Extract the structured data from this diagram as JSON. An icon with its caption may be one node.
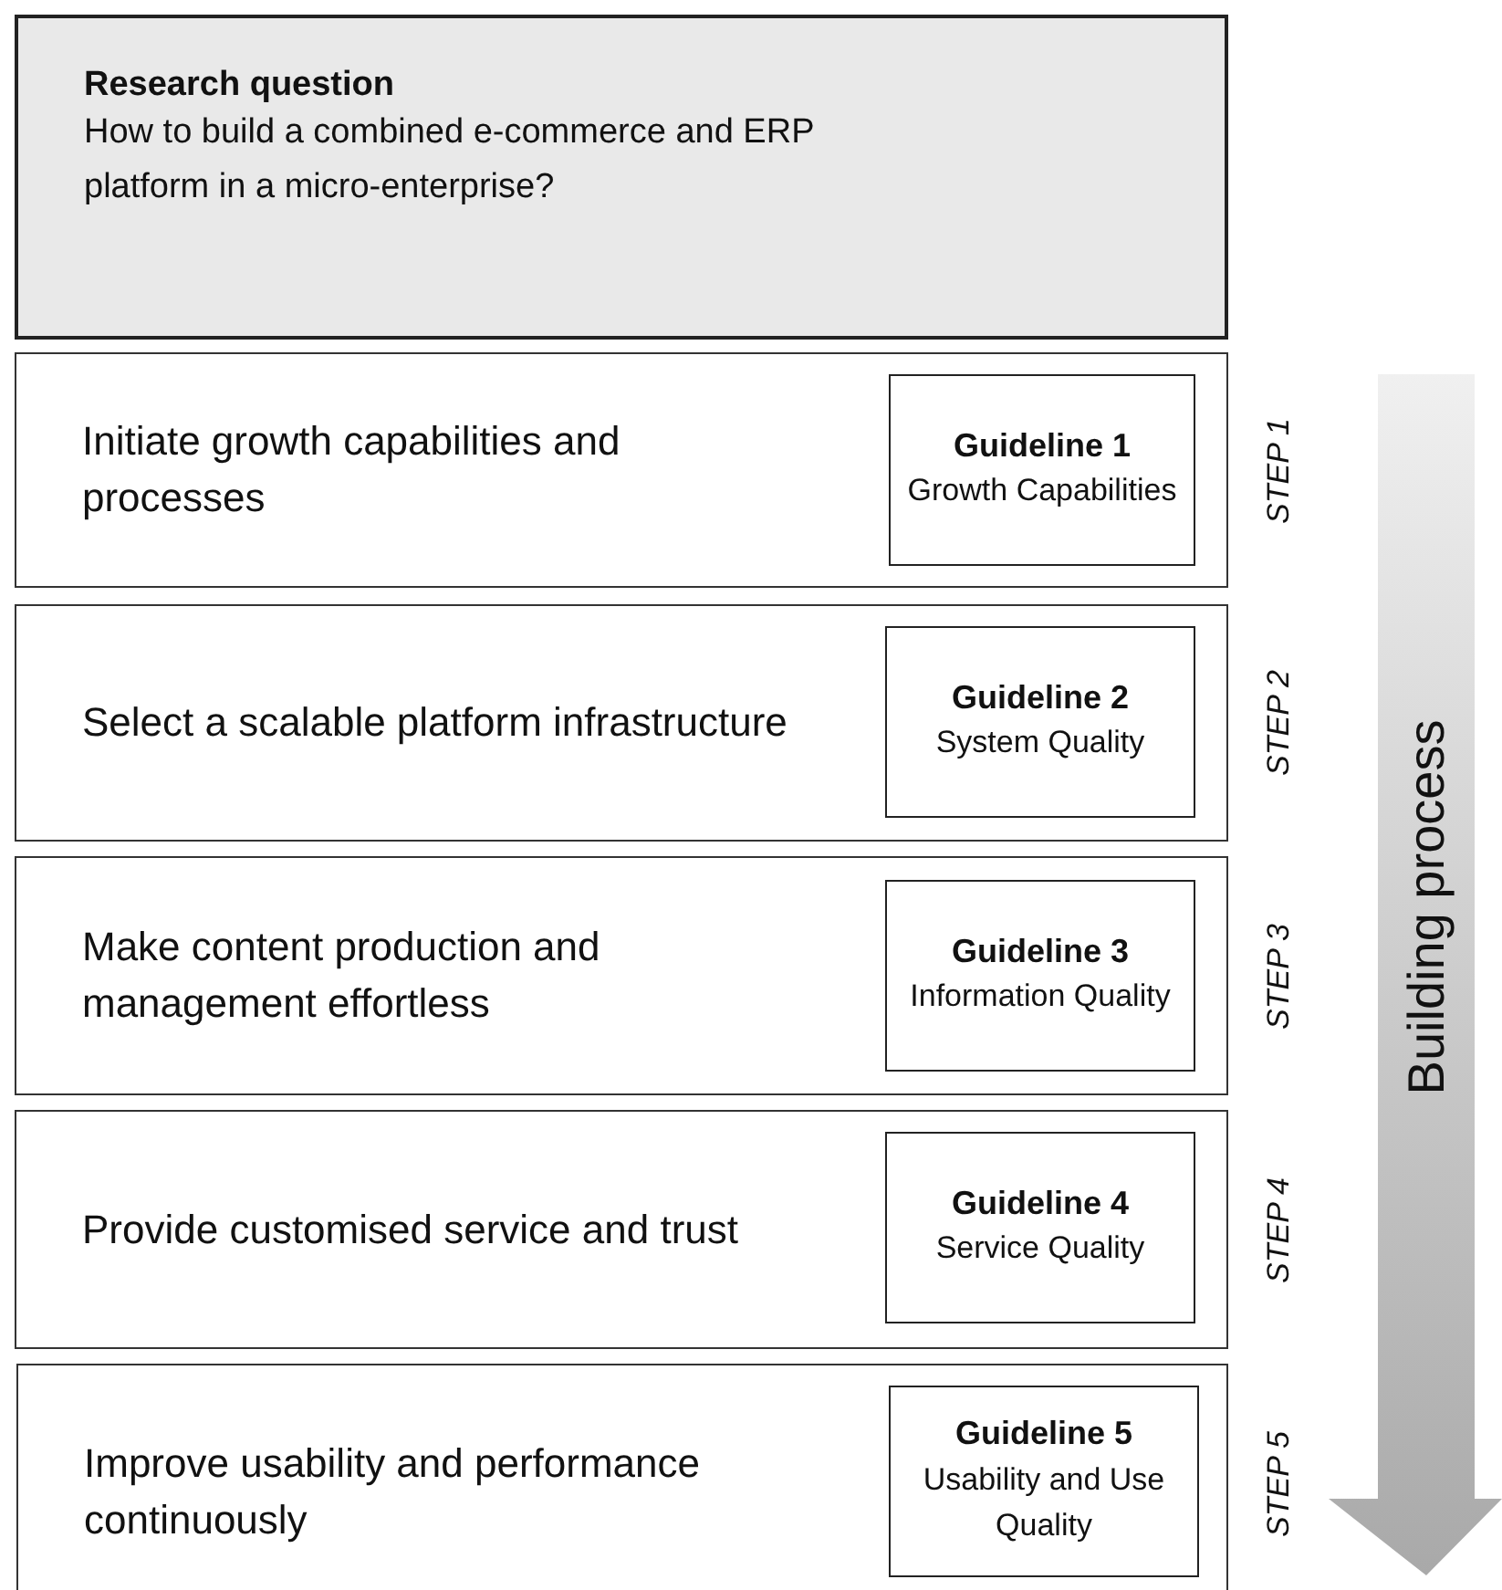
{
  "diagram": {
    "nodes": [
      {
        "text": [
          "Research question",
          "How to build a combined e-commerce and ERP platform in a micro-enterprise?"
        ]
      },
      {
        "text": [
          "Initiate growth capabilities and processes"
        ],
        "beside": [
          "STEP 1"
        ]
      },
      {
        "text": [
          "Guideline 1",
          "Growth Capabilities"
        ],
        "in": 1
      },
      {
        "text": [
          "Select a scalable platform infrastructure"
        ],
        "beside": [
          "STEP 2"
        ]
      },
      {
        "text": [
          "Guideline 2",
          "System Quality"
        ],
        "in": 3
      },
      {
        "text": [
          "Make content production and management effortless"
        ],
        "beside": [
          "STEP 3"
        ]
      },
      {
        "text": [
          "Guideline 3",
          "Information Quality"
        ],
        "in": 5
      },
      {
        "text": [
          "Provide customised service and trust"
        ],
        "beside": [
          "STEP 4"
        ]
      },
      {
        "text": [
          "Guideline 4",
          "Service Quality"
        ],
        "in": 7
      },
      {
        "text": [
          "Improve usability and performance continuously"
        ],
        "beside": [
          "STEP 5"
        ]
      },
      {
        "text": [
          "Guideline 5",
          "Usability and Use Quality"
        ],
        "in": 9
      },
      {
        "text": [
          "Building process"
        ]
      }
    ],
    "edges": []
  }
}
